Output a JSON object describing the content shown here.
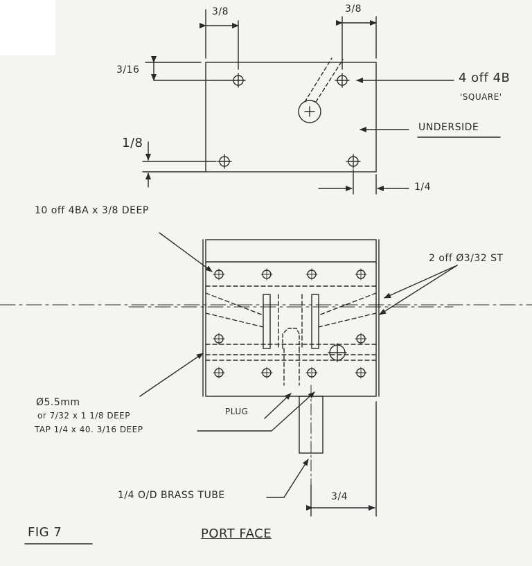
{
  "drawing": {
    "fig_label": "FIG 7",
    "view_title": "PORT FACE",
    "underside_view": {
      "dims": {
        "left_hole_offset": "3/8",
        "right_hole_offset": "3/8",
        "top_hole_offset": "3/16",
        "bottom_hole_offset": "1/8",
        "right_small_offset": "1/4"
      },
      "note_holes_1": "4 off 4B",
      "note_holes_2": "'SQUARE'",
      "note_underside": "UNDERSIDE"
    },
    "port_face_view": {
      "note_tapped_holes": "10 off 4BA x 3/8 DEEP",
      "note_studs": "2 off Ø3/32 ST",
      "note_bore_1": "Ø5.5mm",
      "note_bore_2": "or 7/32 x 1 1/8 DEEP",
      "note_tap": "TAP 1/4 x 40. 3/16 DEEP",
      "note_plug": "PLUG",
      "note_tube": "1/4 O/D BRASS TUBE",
      "dim_tube_offset": "3/4"
    }
  },
  "colors": {
    "ink": "#2a2a2a",
    "paper": "#f4f4f1"
  }
}
